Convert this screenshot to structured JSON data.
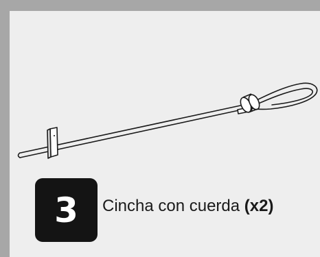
{
  "step": {
    "number": "3",
    "label": "Cincha con cuerda",
    "quantity": "(x2)"
  },
  "colors": {
    "frame": "#a7a7a7",
    "background": "#eeeeee",
    "badge": "#141414",
    "badge_text": "#ffffff",
    "line_art": "#1a1a1a"
  },
  "illustration": {
    "icon": "strap-with-cord-icon"
  }
}
